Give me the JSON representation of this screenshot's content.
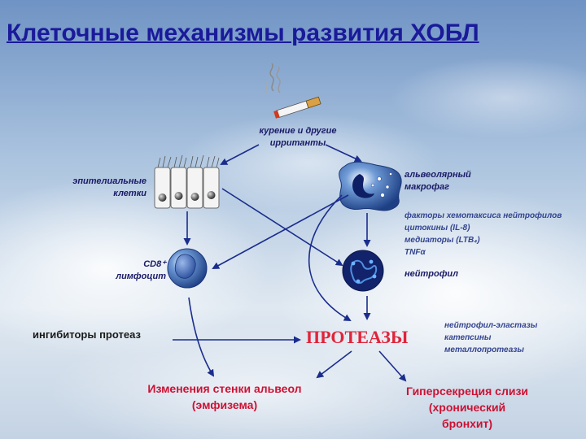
{
  "title": "Клеточные механизмы развития ХОБЛ",
  "nodes": {
    "smoking": {
      "line1": "курение и другие",
      "line2": "ирританты"
    },
    "epithelial": {
      "line1": "эпителиальные",
      "line2": "клетки"
    },
    "macrophage": {
      "line1": "альвеолярный",
      "line2": "макрофаг"
    },
    "cd8": {
      "line1": "CD8⁺",
      "line2": "лимфоцит"
    },
    "neutrophil": {
      "label": "нейтрофил"
    },
    "protease_inhibitors": {
      "label": "ингибиторы протеаз"
    },
    "proteases": {
      "label": "ПРОТЕАЗЫ"
    }
  },
  "macrophage_factors": [
    "факторы хемотаксиса нейтрофилов",
    "цитокины (IL-8)",
    "медиаторы (LTB₄)",
    "TNFα"
  ],
  "protease_types": [
    "нейтрофил-эластазы",
    "катепсины",
    "металлопротеазы"
  ],
  "outcomes": {
    "emphysema": {
      "line1": "Изменения стенки альвеол",
      "line2": "(эмфизема)"
    },
    "bronchitis": {
      "line1": "Гиперсекреция слизи",
      "line2": "(хронический",
      "line3": "бронхит)"
    }
  },
  "colors": {
    "title": "#1a1a9a",
    "arrows": "#1a2d8c",
    "proteases": "#e0243a",
    "outcomes": "#cc1133",
    "cells": "#2f5ea8"
  }
}
